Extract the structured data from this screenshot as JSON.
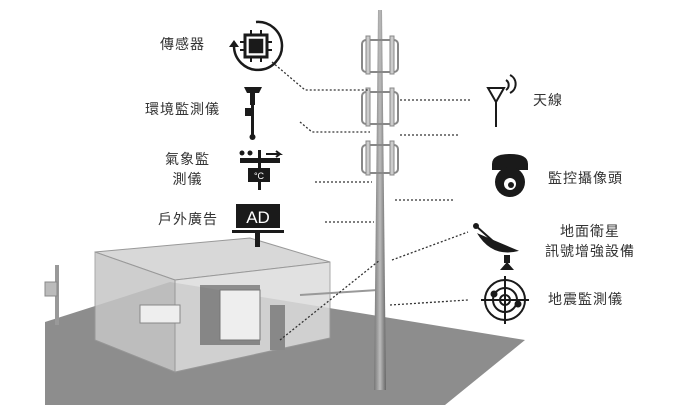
{
  "labels_left": {
    "sensor": "傳感器",
    "env_monitor": "環境監測儀",
    "weather_line1": "氣象監",
    "weather_line2": "測儀",
    "outdoor_ad": "戶外廣告"
  },
  "labels_right": {
    "antenna": "天線",
    "camera": "監控攝像頭",
    "satellite_line1": "地面衛星",
    "satellite_line2": "訊號增強設備",
    "seismic": "地震監測儀"
  },
  "icons": {
    "ad_text": "AD",
    "temp_text": "°C"
  },
  "colors": {
    "icon": "#1a1a1a",
    "ground": "#8c8c8c",
    "tower": "#9a9a9a"
  }
}
